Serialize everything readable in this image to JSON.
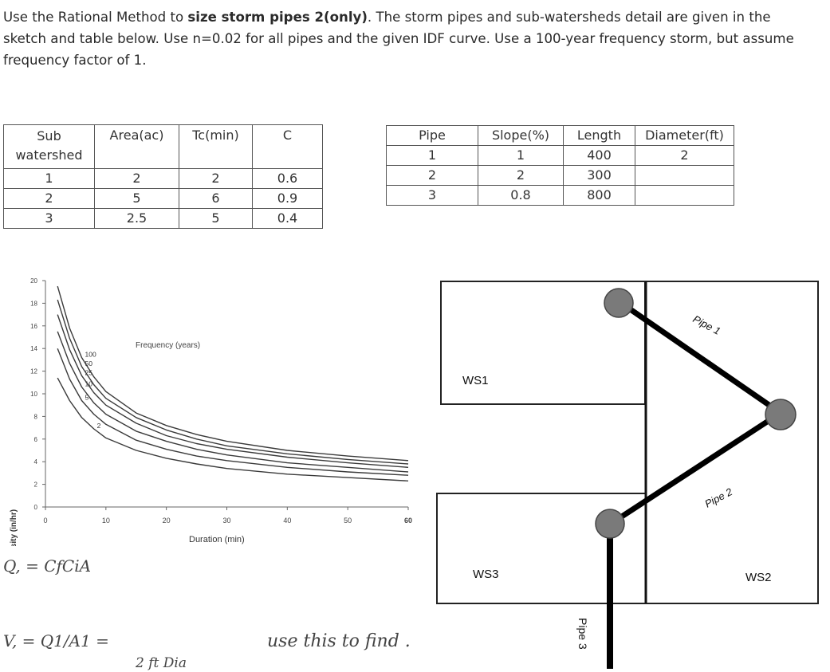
{
  "problem": {
    "part1": "Use the Rational Method to ",
    "bold1": "size storm pipes 2(only)",
    "part2": ". The storm pipes and sub-watersheds detail are given in the sketch and table below. Use n=0.02 for all pipes and the given IDF curve. Use a 100-year frequency storm, but assume frequency factor of 1."
  },
  "watershed_table": {
    "headers": [
      "Sub watershed",
      "Area(ac)",
      "Tc(min)",
      "C"
    ],
    "rows": [
      [
        "1",
        "2",
        "2",
        "0.6"
      ],
      [
        "2",
        "5",
        "6",
        "0.9"
      ],
      [
        "3",
        "2.5",
        "5",
        "0.4"
      ]
    ]
  },
  "pipe_table": {
    "headers": [
      "Pipe",
      "Slope(%)",
      "Length",
      "Diameter(ft)"
    ],
    "rows": [
      [
        "1",
        "1",
        "400",
        "2"
      ],
      [
        "2",
        "2",
        "300",
        ""
      ],
      [
        "3",
        "0.8",
        "800",
        ""
      ]
    ]
  },
  "chart_data": {
    "type": "line",
    "title": "",
    "xlabel": "Duration (min)",
    "ylabel": "Rainfall Intensity (in/hr)",
    "xlim": [
      0,
      60
    ],
    "ylim": [
      0,
      20
    ],
    "xticks": [
      0,
      10,
      20,
      30,
      40,
      50,
      60
    ],
    "yticks": [
      0,
      2,
      4,
      6,
      8,
      10,
      12,
      14,
      16,
      18,
      20
    ],
    "grid": false,
    "legend_title": "Frequency (years)",
    "x": [
      2,
      4,
      6,
      8,
      10,
      15,
      20,
      25,
      30,
      40,
      50,
      60
    ],
    "series": [
      {
        "name": "100",
        "values": [
          19.5,
          15.8,
          13.2,
          11.5,
          10.2,
          8.3,
          7.2,
          6.4,
          5.8,
          5.0,
          4.5,
          4.1
        ]
      },
      {
        "name": "50",
        "values": [
          18.3,
          14.9,
          12.4,
          10.8,
          9.6,
          7.9,
          6.8,
          6.0,
          5.4,
          4.7,
          4.2,
          3.8
        ]
      },
      {
        "name": "25",
        "values": [
          17.0,
          13.9,
          11.6,
          10.1,
          9.0,
          7.4,
          6.3,
          5.6,
          5.1,
          4.4,
          3.9,
          3.5
        ]
      },
      {
        "name": "10",
        "values": [
          15.5,
          12.7,
          10.6,
          9.2,
          8.2,
          6.7,
          5.8,
          5.1,
          4.6,
          3.9,
          3.5,
          3.1
        ]
      },
      {
        "name": "5",
        "values": [
          14.0,
          11.3,
          9.4,
          8.2,
          7.3,
          5.9,
          5.1,
          4.5,
          4.1,
          3.5,
          3.1,
          2.8
        ]
      },
      {
        "name": "2",
        "values": [
          11.4,
          9.4,
          7.9,
          6.9,
          6.1,
          5.0,
          4.3,
          3.8,
          3.4,
          2.9,
          2.6,
          2.3
        ]
      }
    ]
  },
  "sketch": {
    "ws1": "WS1",
    "ws2": "WS2",
    "ws3": "WS3",
    "pipe1": "Pipe 1",
    "pipe2": "Pipe 2",
    "pipe3": "Pipe 3"
  },
  "handwriting": {
    "formula1": "Q, = CfCiA",
    "formula2": "V, = Q1/A1 =",
    "note1": "2 ft Dia",
    "note2": "use this to find ."
  }
}
